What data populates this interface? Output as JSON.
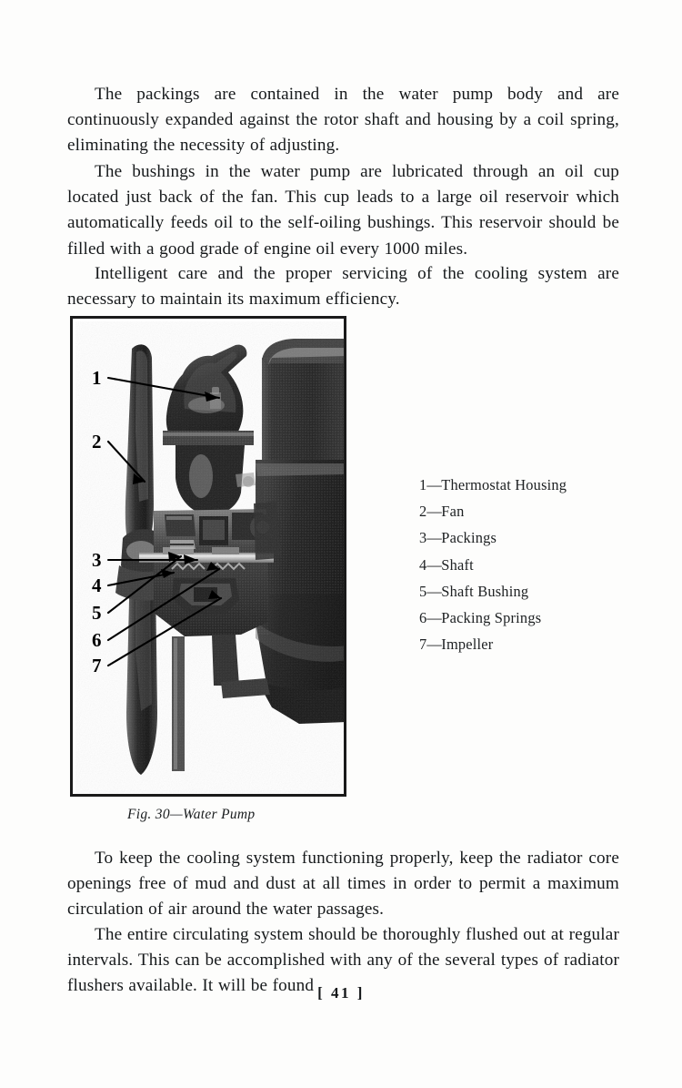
{
  "page": {
    "number_label": "[ 41 ]",
    "background_color": "#fdfdfc",
    "ink_color": "#16191b"
  },
  "body_text": {
    "paragraph_1": "The packings are contained in the water pump body and are continuously expanded against the rotor shaft and housing by a coil spring, eliminating the necessity of adjusting.",
    "paragraph_2": "The bushings in the water pump are lubricated through an oil cup located just back of the fan. This cup leads to a large oil reservoir which automatically feeds oil to the self-oiling bushings. This reservoir should be filled with a good grade of engine oil every 1000 miles.",
    "paragraph_3": "Intelligent care and the proper servicing of the cooling system are necessary to maintain its maximum efficiency.",
    "paragraph_4": "To keep the cooling system functioning properly, keep the radiator core openings free of mud and dust at all times in order to permit a maximum circulation of air around the water passages.",
    "paragraph_5": "The entire circulating system should be thoroughly flushed out at regular intervals. This can be accomplished with any of the several types of radiator flushers available. It will be found"
  },
  "figure": {
    "caption": "Fig. 30—Water Pump",
    "alt_name": "water-pump-cutaway-photograph",
    "callouts": [
      "1",
      "2",
      "3",
      "4",
      "5",
      "6",
      "7"
    ],
    "legend": [
      {
        "number": "1",
        "dash": "—",
        "label": "Thermostat Housing"
      },
      {
        "number": "2",
        "dash": "—",
        "label": "Fan"
      },
      {
        "number": "3",
        "dash": "—",
        "label": "Packings"
      },
      {
        "number": "4",
        "dash": "—",
        "label": "Shaft"
      },
      {
        "number": "5",
        "dash": "—",
        "label": "Shaft Bushing"
      },
      {
        "number": "6",
        "dash": "—",
        "label": "Packing Springs"
      },
      {
        "number": "7",
        "dash": "—",
        "label": "Impeller"
      }
    ]
  }
}
